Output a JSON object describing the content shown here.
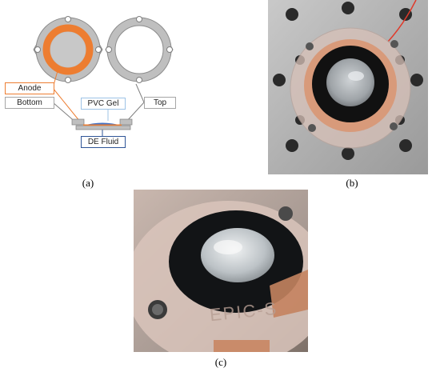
{
  "panels": {
    "a": {
      "label": "(a)"
    },
    "b": {
      "label": "(b)"
    },
    "c": {
      "label": "(c)"
    }
  },
  "diagram": {
    "labels": {
      "anode": "Anode",
      "bottom": "Bottom",
      "pvc_gel": "PVC Gel",
      "top": "Top",
      "de_fluid": "DE Fluid"
    },
    "colors": {
      "anode": "#ed7d31",
      "fluid": "#4472c4",
      "plate": "#bfbfbf",
      "callout_border": "#a6a6a6"
    }
  },
  "photo_c": {
    "engraving": "EPIC-S"
  }
}
